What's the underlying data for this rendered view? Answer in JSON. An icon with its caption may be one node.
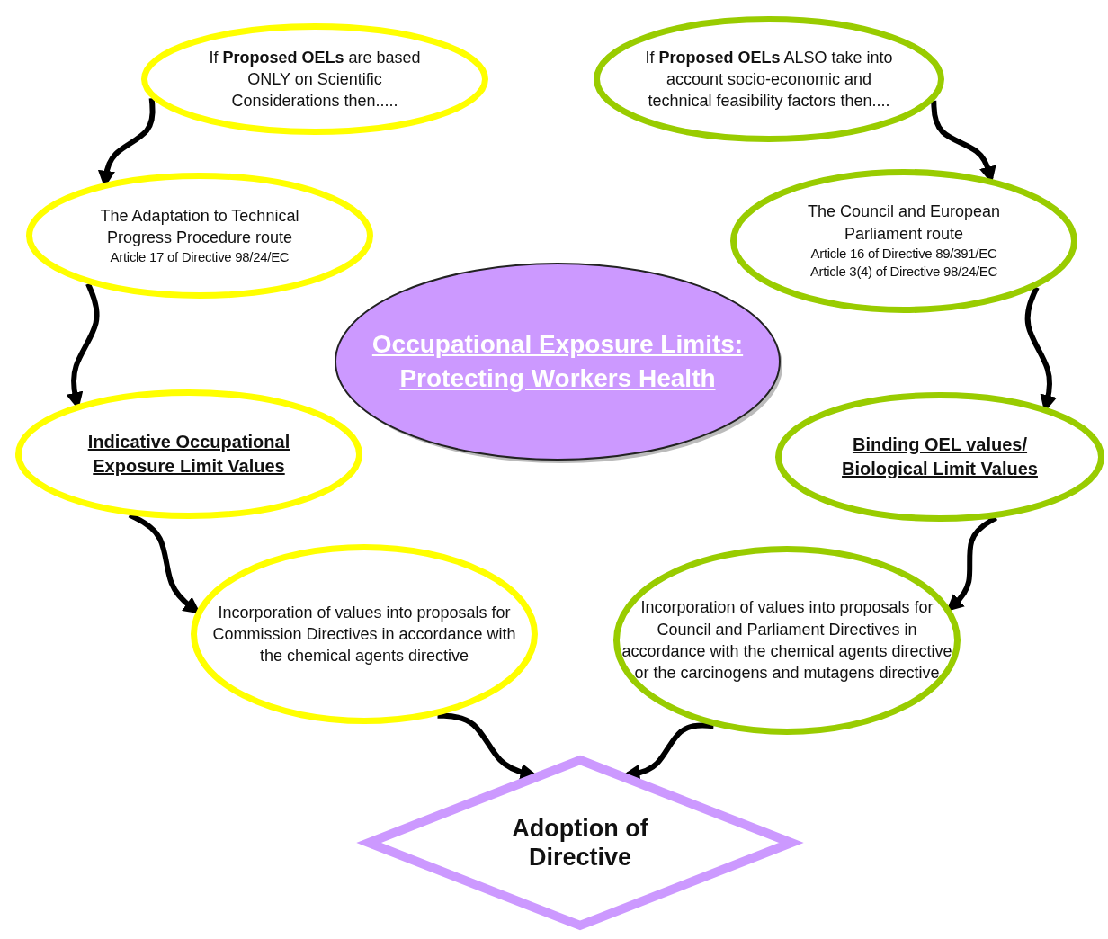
{
  "diagram": {
    "nodes": [
      {
        "text": [
          "Occupational Exposure Limits: Protecting Workers Health"
        ]
      },
      {
        "text": [
          "If **Proposed OELs** are based ONLY on Scientific Considerations then....."
        ]
      },
      {
        "text": [
          "The Adaptation to Technical Progress Procedure route",
          "Article 17 of Directive 98/24/EC"
        ]
      },
      {
        "text": [
          "Indicative Occupational Exposure Limit Values"
        ]
      },
      {
        "text": [
          "Incorporation of values into proposals for Commission Directives in accordance with the chemical agents directive"
        ]
      },
      {
        "text": [
          "If **Proposed OELs** ALSO take into account socio-economic and technical feasibility factors then...."
        ]
      },
      {
        "text": [
          "The Council and European Parliament route",
          "Article 16 of Directive 89/391/EC",
          "Article 3(4) of Directive 98/24/EC"
        ]
      },
      {
        "text": [
          "Binding OEL values/ Biological Limit Values"
        ]
      },
      {
        "text": [
          "Incorporation of values into proposals for Council and Parliament Directives in accordance with the chemical agents directive or the carcinogens and mutagens directive"
        ]
      },
      {
        "text": [
          "Adoption of Directive"
        ]
      }
    ],
    "edges": [
      {
        "from": 1,
        "to": 2,
        "arrow": "to"
      },
      {
        "from": 2,
        "to": 3,
        "arrow": "to"
      },
      {
        "from": 3,
        "to": 4,
        "arrow": "to"
      },
      {
        "from": 4,
        "to": 9,
        "arrow": "to"
      },
      {
        "from": 5,
        "to": 6,
        "arrow": "to"
      },
      {
        "from": 6,
        "to": 7,
        "arrow": "to"
      },
      {
        "from": 7,
        "to": 8,
        "arrow": "to"
      },
      {
        "from": 8,
        "to": 9,
        "arrow": "to"
      }
    ]
  }
}
